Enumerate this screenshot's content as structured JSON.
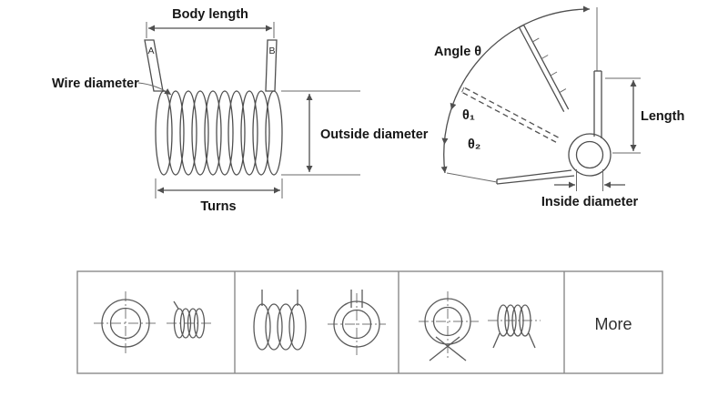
{
  "canvas": {
    "background": "#ffffff",
    "line_color": "#4f4f4f",
    "text_color": "#161616",
    "frame_color": "#8a8a8a"
  },
  "left_diagram": {
    "labels": {
      "body_length": "Body length",
      "wire_diameter": "Wire diameter",
      "outside_diameter": "Outside diameter",
      "turns": "Turns",
      "end_a": "A",
      "end_b": "B"
    }
  },
  "right_diagram": {
    "labels": {
      "angle": "Angle θ",
      "theta_1": "θ₁",
      "theta_2": "θ₂",
      "length": "Length",
      "inside_diameter": "Inside diameter"
    }
  },
  "bottom_strip": {
    "more_label": "More",
    "icons": [
      "torsion-spring-axial-and-side-view-icon",
      "double-torsion-spring-and-axial-view-icon",
      "crossed-leg-torsion-spring-and-side-view-icon"
    ]
  }
}
